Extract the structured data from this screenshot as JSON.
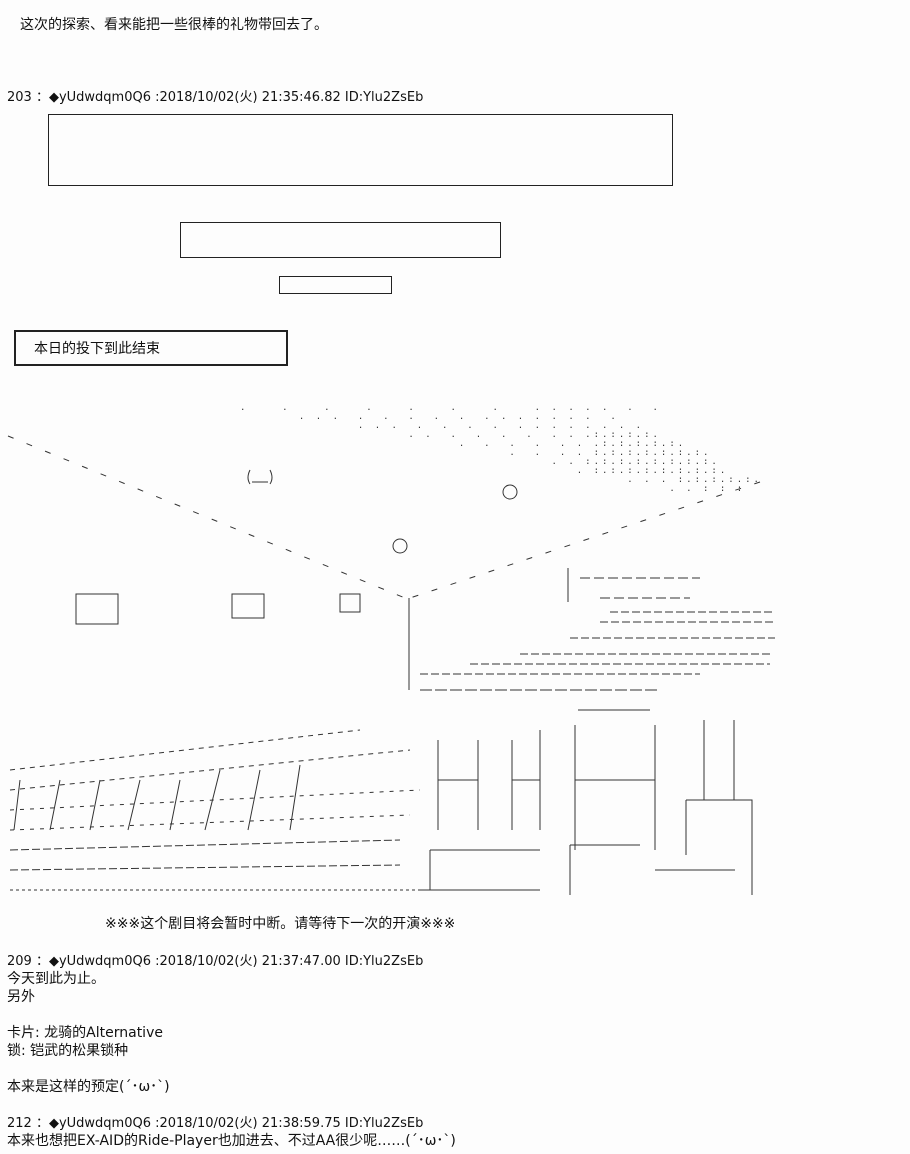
{
  "intro_line": "这次的探索、看来能把一些很棒的礼物带回去了。",
  "post_203": {
    "header": "203 ：◆yUdwdqm0Q6 :2018/10/02(火) 21:35:46.82 ID:Ylu2ZsEb"
  },
  "end_box_label": "本日的投下到此结束",
  "interruption_notice": "※※※这个剧目将会暂时中断。请等待下一次的开演※※※",
  "post_209": {
    "header": "209 ：◆yUdwdqm0Q6 :2018/10/02(火) 21:37:47.00 ID:Ylu2ZsEb",
    "lines": [
      "今天到此为止。",
      "另外",
      "",
      "卡片: 龙骑的Alternative",
      "锁: 铠武的松果锁种",
      "",
      "本来是这样的预定(´･ω･`)"
    ]
  },
  "post_212": {
    "header": "212 ：◆yUdwdqm0Q6 :2018/10/02(火) 21:38:59.75 ID:Ylu2ZsEb",
    "lines": [
      "本来也想把EX-AID的Ride-Player也加进去、不过AA很少呢……(´･ω･`)"
    ]
  }
}
